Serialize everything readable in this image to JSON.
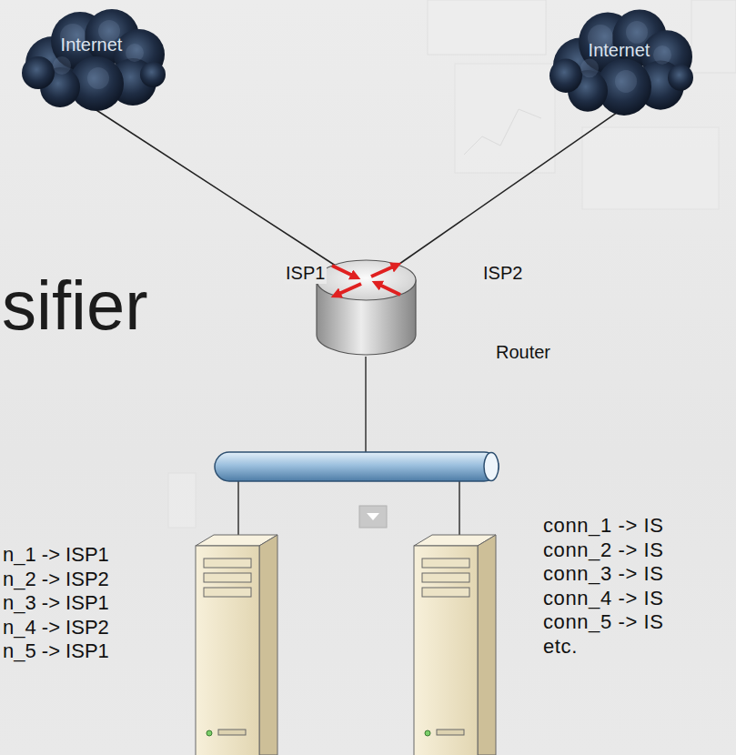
{
  "diagram": {
    "nodes": [
      {
        "text": [
          "Internet"
        ]
      },
      {
        "text": [
          "Internet"
        ]
      },
      {
        "text": [
          "Router"
        ]
      }
    ],
    "edges": [
      {
        "from": 0,
        "to": 2,
        "label": "ISP1",
        "arrow": "none"
      },
      {
        "from": 1,
        "to": 2,
        "label": "ISP2",
        "arrow": "none"
      }
    ],
    "labels": [
      "sifier",
      "n_1 -> ISP1",
      "n_2 -> ISP2",
      "n_3 -> ISP1",
      "n_4 -> ISP2",
      "n_5 -> ISP1",
      "conn_1 -> IS",
      "conn_2 -> IS",
      "conn_3 -> IS",
      "conn_4 -> IS",
      "conn_5 -> IS",
      "etc."
    ]
  }
}
